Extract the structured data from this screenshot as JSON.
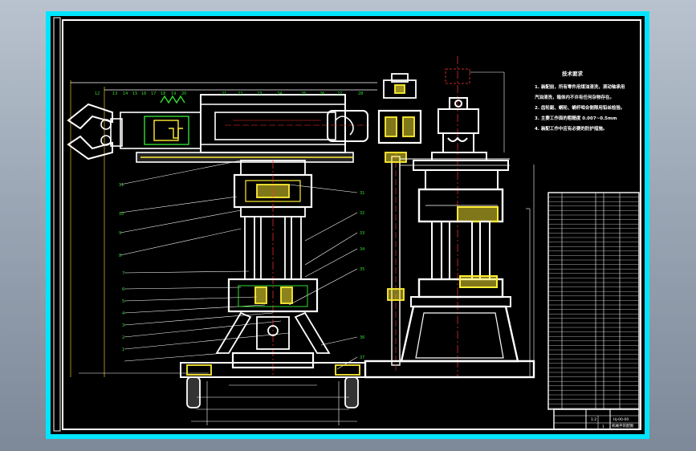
{
  "drawing": {
    "notes_title": "技术要求",
    "notes": [
      "1. 装配前，所有零件用煤油清洗，滚动轴承用",
      "汽油清洗，箱体内不许有任何杂物存在。",
      "2. 齿轮副、蜗轮、蜗杆啮合侧隙用铅丝检验。",
      "3. 主要工作面的粗糙度 0.007~0.5mm",
      "4. 装配工作中应有必要的防护措施。"
    ],
    "title_block": {
      "scale_value": "1:2",
      "sheet_value": "1",
      "drawing_no": "HJ-00-00",
      "name": "机械手装配图"
    }
  },
  "colors": {
    "outer_frame": "#00e5ff",
    "paper": "#000000",
    "white": "#ffffff",
    "green": "#33dd33",
    "yellow": "#ffee33",
    "red": "#ff3333"
  }
}
